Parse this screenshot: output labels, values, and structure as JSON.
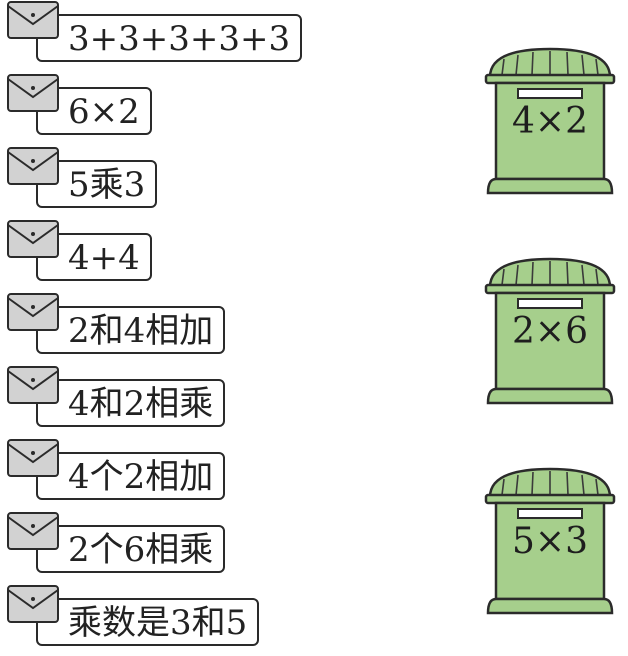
{
  "letters": [
    {
      "text": "3+3+3+3+3"
    },
    {
      "text": "6×2"
    },
    {
      "text": "5乘3"
    },
    {
      "text": "4+4"
    },
    {
      "text": "2和4相加"
    },
    {
      "text": "4和2相乘"
    },
    {
      "text": "4个2相加"
    },
    {
      "text": "2个6相乘"
    },
    {
      "text": "乘数是3和5"
    }
  ],
  "mailboxes": [
    {
      "label": "4×2"
    },
    {
      "label": "2×6"
    },
    {
      "label": "5×3"
    }
  ],
  "colors": {
    "mailbox_fill": "#a6cf8c",
    "mailbox_stroke": "#2b2b2b",
    "envelope_fill": "#d2d2d2"
  }
}
